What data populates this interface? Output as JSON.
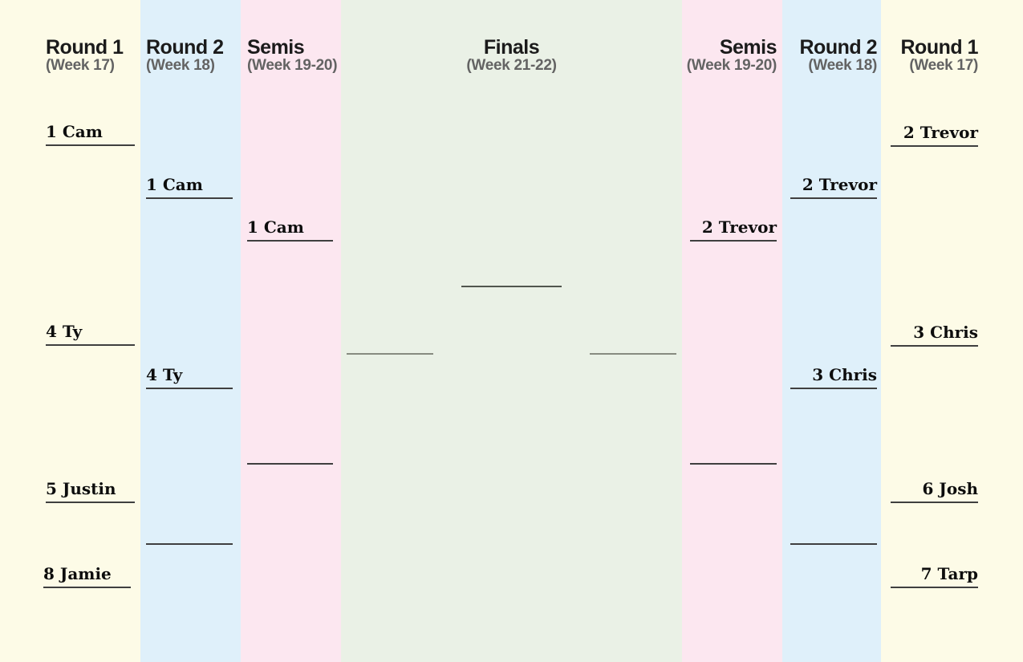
{
  "columns": {
    "left_round1": {
      "title": "Round 1",
      "subtitle": "(Week 17)"
    },
    "left_round2": {
      "title": "Round 2",
      "subtitle": "(Week 18)"
    },
    "left_semis": {
      "title": "Semis",
      "subtitle": "(Week 19-20)"
    },
    "finals": {
      "title": "Finals",
      "subtitle": "(Week 21-22)"
    },
    "right_semis": {
      "title": "Semis",
      "subtitle": "(Week 19-20)"
    },
    "right_round2": {
      "title": "Round 2",
      "subtitle": "(Week 18)"
    },
    "right_round1": {
      "title": "Round 1",
      "subtitle": "(Week 17)"
    }
  },
  "slots": {
    "left_round1": [
      "1 Cam",
      "4 Ty",
      "5 Justin",
      "8 Jamie"
    ],
    "left_round2": [
      "1 Cam",
      "4 Ty",
      ""
    ],
    "left_semis": [
      "1 Cam",
      ""
    ],
    "finals": {
      "left_finalist": "",
      "champion": "",
      "right_finalist": ""
    },
    "right_semis": [
      "2 Trevor",
      ""
    ],
    "right_round2": [
      "2 Trevor",
      "3 Chris",
      ""
    ],
    "right_round1": [
      "2 Trevor",
      "3 Chris",
      "6 Josh",
      "7 Tarp"
    ]
  },
  "colors": {
    "cream": "#FDFBE7",
    "blue": "#DFF0FA",
    "pink": "#FCE7F0",
    "green": "#EAF1E6",
    "title": "#1B1B1B",
    "subtitle": "#636363",
    "line": "#3F3F3F",
    "finalist_line": "#878B80",
    "champion_line": "#51564E"
  }
}
